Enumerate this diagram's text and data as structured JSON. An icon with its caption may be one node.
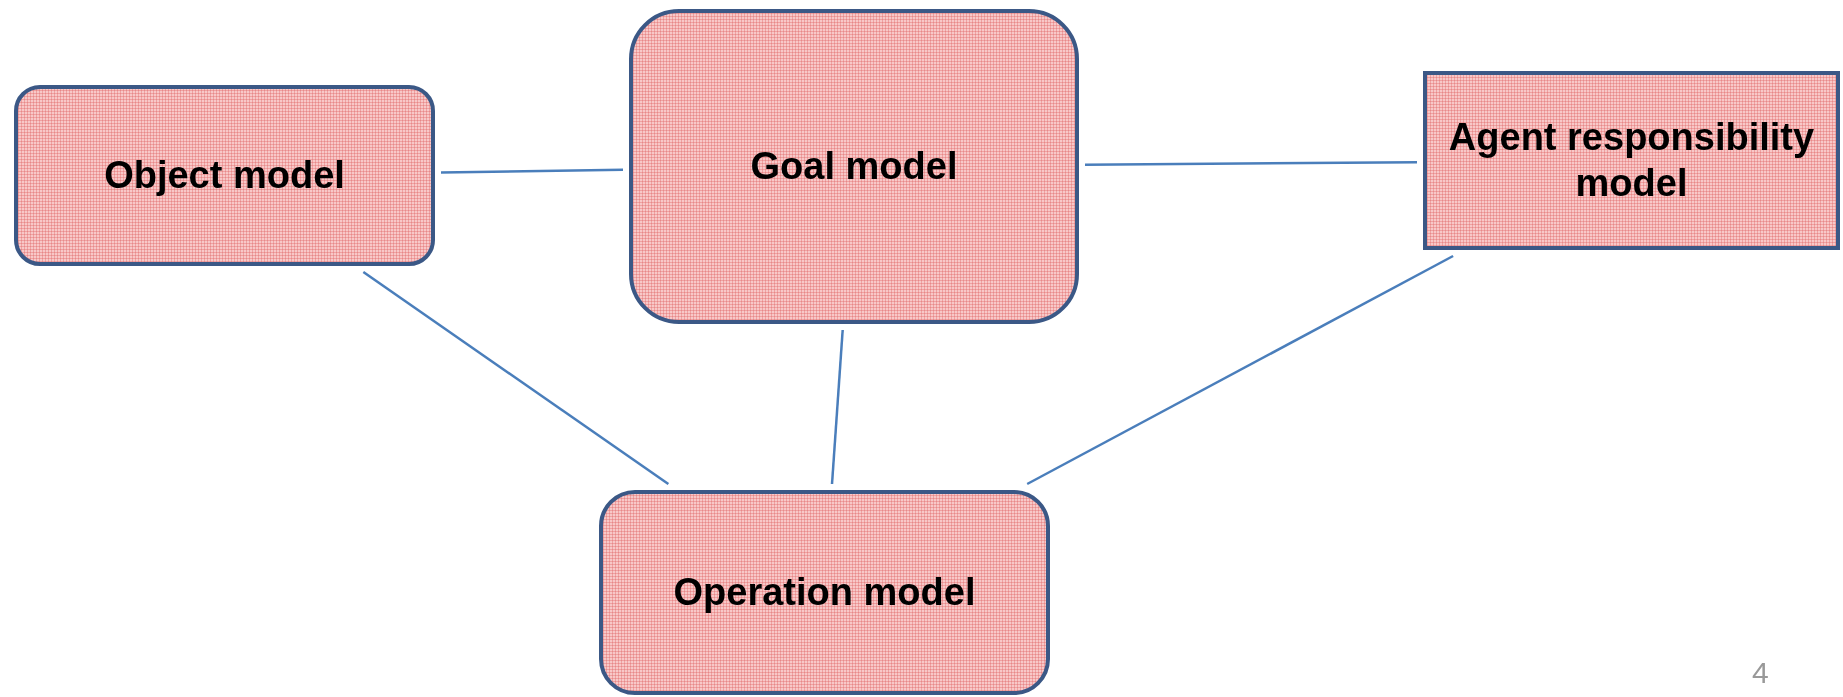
{
  "diagram": {
    "nodes": [
      {
        "text": [
          "Object model"
        ]
      },
      {
        "text": [
          "Goal model"
        ]
      },
      {
        "text": [
          "Agent responsibility model"
        ]
      },
      {
        "text": [
          "Operation model"
        ]
      }
    ],
    "edges": [
      {
        "from": 0,
        "to": 1,
        "arrow": "none"
      },
      {
        "from": 1,
        "to": 2,
        "arrow": "none"
      },
      {
        "from": 0,
        "to": 3,
        "arrow": "none"
      },
      {
        "from": 1,
        "to": 3,
        "arrow": "none"
      },
      {
        "from": 2,
        "to": 3,
        "arrow": "none"
      }
    ],
    "labels": [
      "4"
    ]
  }
}
